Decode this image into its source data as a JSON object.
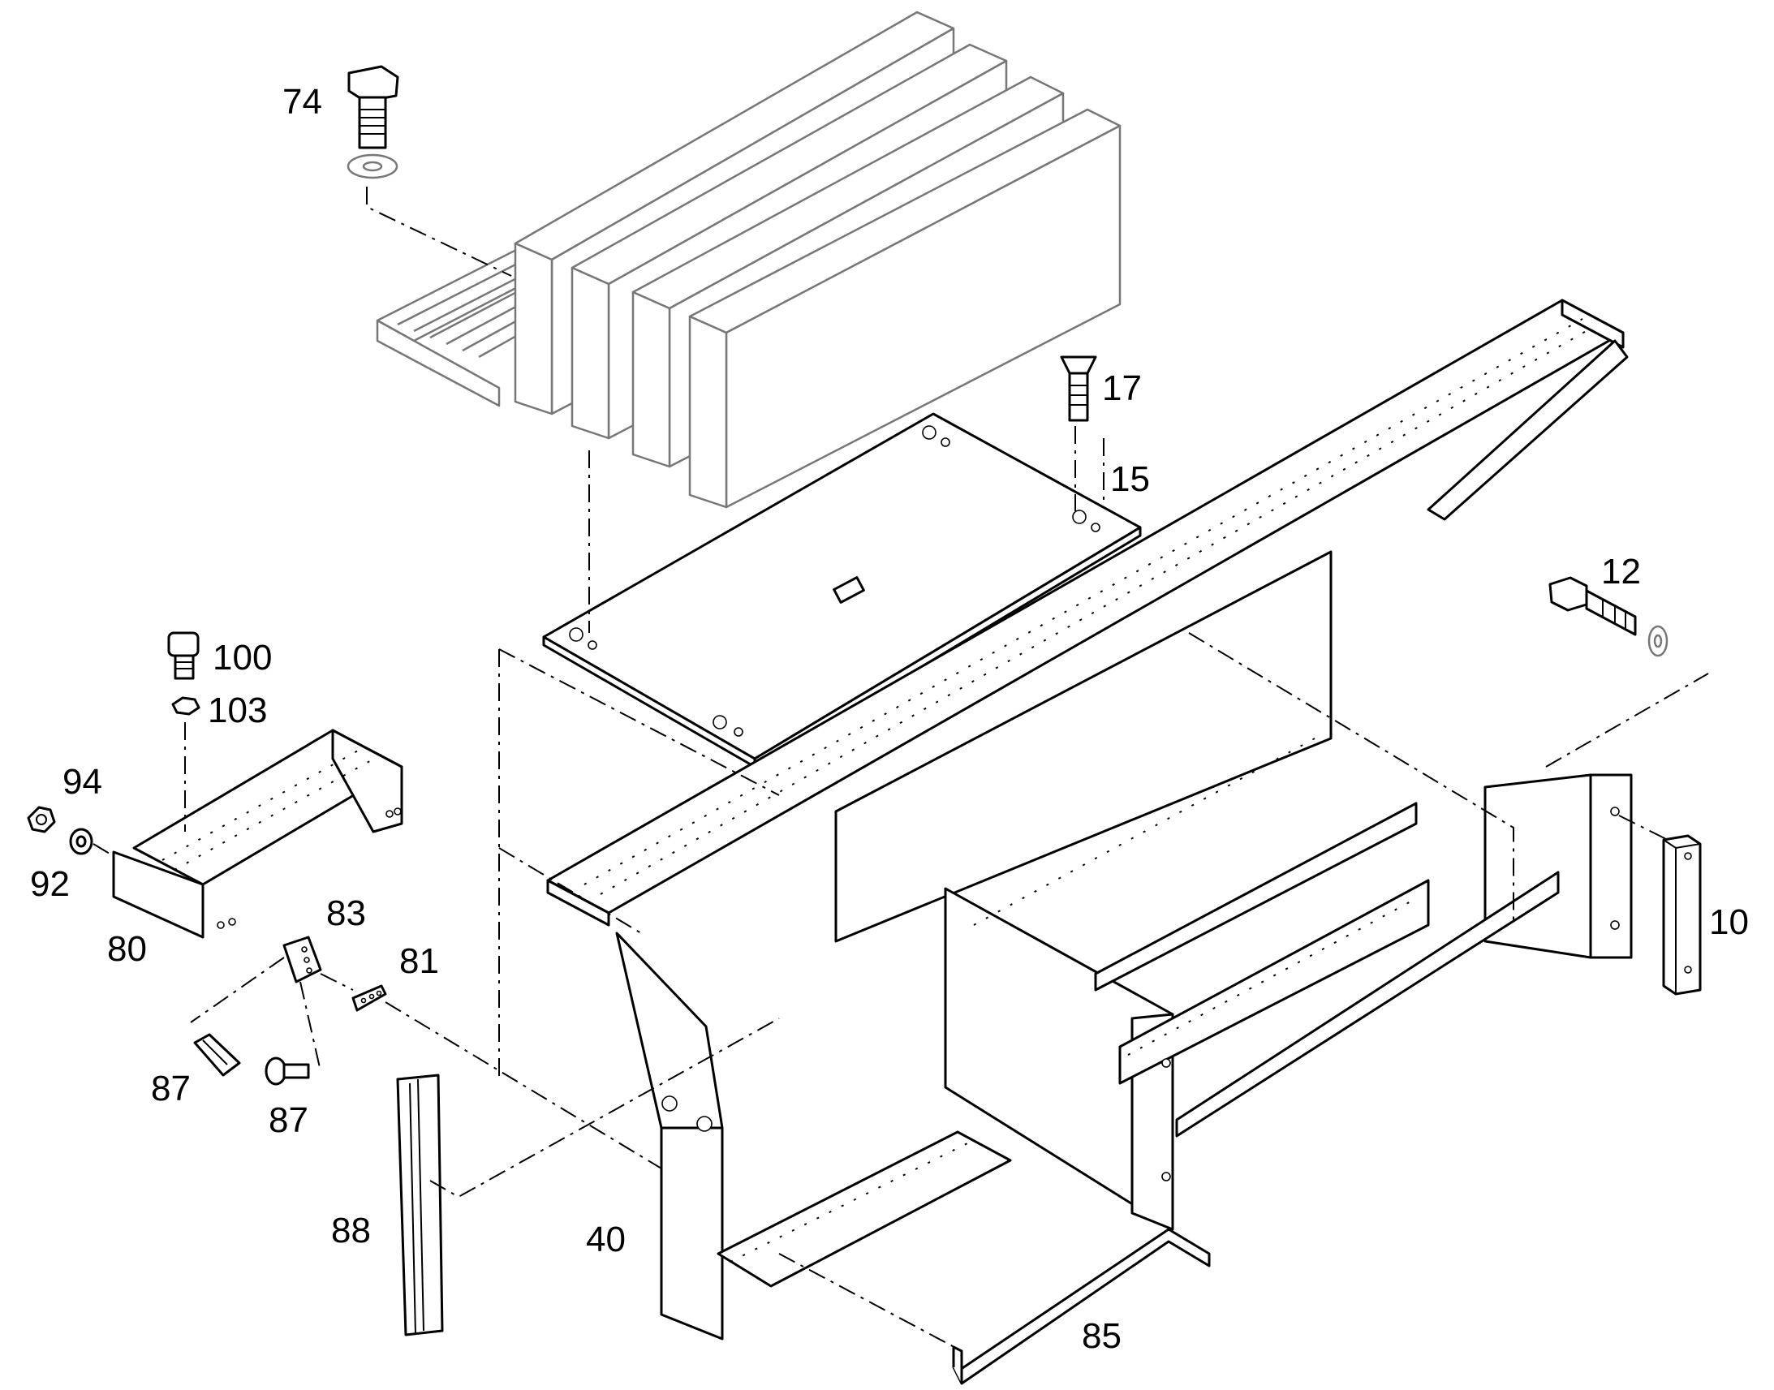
{
  "labels": {
    "p74": "74",
    "p17": "17",
    "p15": "15",
    "p12": "12",
    "p100": "100",
    "p103": "103",
    "p94": "94",
    "p92": "92",
    "p80": "80",
    "p83": "83",
    "p81": "81",
    "p87a": "87",
    "p87b": "87",
    "p10": "10",
    "p88": "88",
    "p40": "40",
    "p85": "85"
  }
}
